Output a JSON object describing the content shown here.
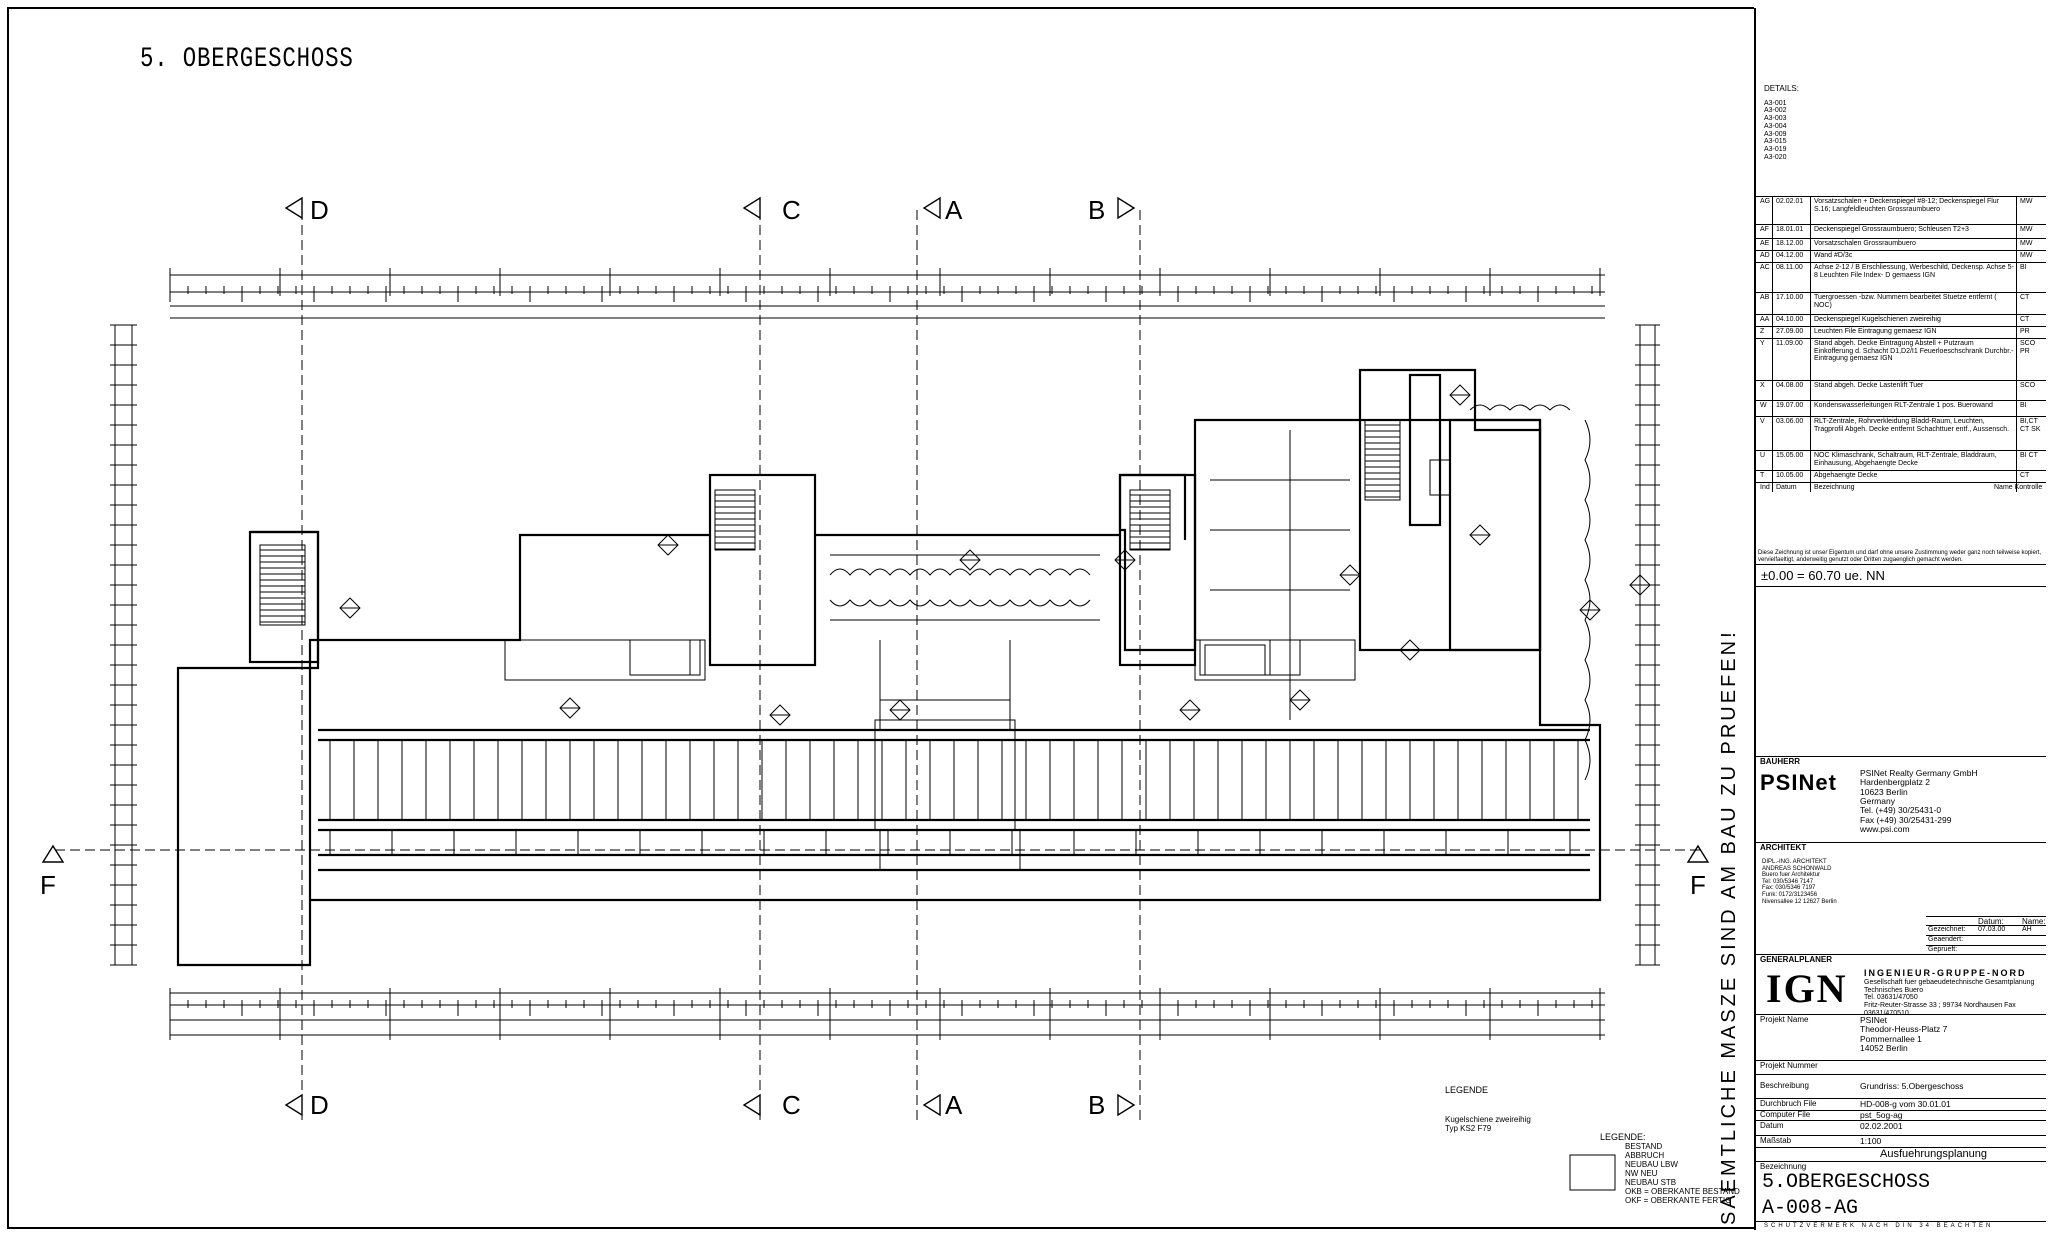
{
  "drawing": {
    "title": "5. OBERGESCHOSS",
    "section_labels": [
      "D",
      "C",
      "A",
      "B",
      "F"
    ],
    "side_note": "SAEMTLICHE MASZE SIND AM BAU ZU PRUEFEN!"
  },
  "legend_left": {
    "heading": "LEGENDE",
    "line1": "Kugelschiene zweireihig",
    "line2": "Typ KS2 F79"
  },
  "legend_right": {
    "heading": "LEGENDE:",
    "items": [
      "BESTAND",
      "ABBRUCH",
      "NEUBAU LBW",
      "NW NEU",
      "NEUBAU STB",
      "OKB = OBERKANTE BESTAND",
      "OKF = OBERKANTE FERTIG"
    ]
  },
  "title_block": {
    "details_label": "DETAILS:",
    "details": [
      "A3-001",
      "A3-002",
      "A3-003",
      "A3-004",
      "A3-009",
      "A3-015",
      "A3-019",
      "A3-020"
    ],
    "revisions": [
      {
        "id": "AG",
        "date": "02.02.01",
        "text": "Vorsatzschalen + Deckenspiegel #8-12; Deckenspiegel Flur S.16; Langfeldleuchten Grossraumbuero",
        "by": "MW"
      },
      {
        "id": "AF",
        "date": "18.01.01",
        "text": "Deckenspiegel Grossraumbuero; Schleusen T2+3",
        "by": "MW"
      },
      {
        "id": "AE",
        "date": "18.12.00",
        "text": "Vorsatzschalen Grossraumbuero",
        "by": "MW"
      },
      {
        "id": "AD",
        "date": "04.12.00",
        "text": "Wand #D/3c",
        "by": "MW"
      },
      {
        "id": "AC",
        "date": "08.11.00",
        "text": "Achse 2-12 / B Erschliessung, Werbeschild, Deckensp. Achse 5-8 Leuchten File Index- D gemaess IGN",
        "by": "BI"
      },
      {
        "id": "AB",
        "date": "17.10.00",
        "text": "Tuergroessen -bzw. Nummern bearbeitet Stuetze entfernt ( NOC)",
        "by": "CT"
      },
      {
        "id": "AA",
        "date": "04.10.00",
        "text": "Deckenspiegel Kugelschienen zweireihig",
        "by": "CT"
      },
      {
        "id": "Z",
        "date": "27.09.00",
        "text": "Leuchten File Eintragung gemaesz IGN",
        "by": "PR"
      },
      {
        "id": "Y",
        "date": "11.09.00",
        "text": "Stand abgeh. Decke Eintragung Abstell + Putzraum Einkofferung d. Schacht D1,D2/I1 Feuerloeschschrank Durchbr.-Eintragung gemaesz IGN",
        "by": "SCO PR"
      },
      {
        "id": "X",
        "date": "04.08.00",
        "text": "Stand abgeh. Decke Lastenlift Tuer",
        "by": "SCO"
      },
      {
        "id": "W",
        "date": "19.07.00",
        "text": "Kondenswasserleitungen RLT-Zentrale 1 pos. Buerowand",
        "by": "BI"
      },
      {
        "id": "V",
        "date": "03.06.00",
        "text": "RLT-Zentrale, Rohrverkleidung Bladd-Raum, Leuchten, Tragprofil Abgeh. Decke entfernt Schachttuer entf., Aussensch.",
        "by": "BI,CT CT SK"
      },
      {
        "id": "U",
        "date": "15.05.00",
        "text": "NOC Klimaschrank, Schaltraum, RLT-Zentrale, Bladdraum, Einhausung, Abgehaengte Decke",
        "by": "BI CT"
      },
      {
        "id": "T",
        "date": "10.05.00",
        "text": "Abgehaengte Decke",
        "by": "CT"
      }
    ],
    "rev_header": {
      "id": "Ind",
      "date": "Datum",
      "text": "Bezeichnung",
      "by": "Name Kontrolle"
    },
    "copyright": "Diese Zeichnung ist unser Eigentum und darf ohne unsere Zustimmung weder ganz noch teilweise kopiert, vervielfaeltigt, anderweitig genutzt oder Dritten zugaenglich gemacht werden.",
    "elevation": "±0.00 = 60.70 ue. NN",
    "bauherr_label": "BAUHERR",
    "bauherr_logo": "PSINet",
    "bauherr_address": [
      "PSINet Realty Germany GmbH",
      "Hardenbergplatz 2",
      "10623 Berlin",
      "Germany",
      "Tel. (+49) 30/25431-0",
      "Fax (+49) 30/25431-299",
      "www.psi.com"
    ],
    "architekt_label": "ARCHITEKT",
    "architekt_lines": [
      "DIPL.-ING. ARCHITEKT",
      "ANDREAS SCHONWALD",
      "Buero fuer Architektur",
      "Tel: 030/5346 7147",
      "Fax: 030/5346 7197",
      "Funk: 0172/3123456",
      "Nivensallee 12   12627 Berlin"
    ],
    "sign_headers": [
      "Datum:",
      "Name:"
    ],
    "sign_rows": [
      {
        "label": "Gezeichnet:",
        "date": "07.03.00",
        "name": "AH"
      },
      {
        "label": "Geaendert:",
        "date": "",
        "name": ""
      },
      {
        "label": "Geprueft:",
        "date": "",
        "name": ""
      }
    ],
    "generalplaner_label": "GENERALPLANER",
    "ign_logo": "IGN",
    "ign_lines": [
      "INGENIEUR-GRUPPE-NORD",
      "Gesellschaft fuer gebaeudetechnische Gesamtplanung",
      "Technisches Buero",
      "Tel. 03631/47050",
      "Fritz-Reuter-Strasse 33 ; 99734 Nordhausen Fax 03631/470510"
    ],
    "projekt_name_label": "Projekt Name",
    "projekt_name": [
      "PSINet",
      "Theodor-Heuss-Platz 7",
      "Pommernallee 1",
      "14052 Berlin"
    ],
    "projekt_nummer_label": "Projekt Nummer",
    "beschreibung_label": "Beschreibung",
    "beschreibung": "Grundriss: 5.Obergeschoss",
    "durchbruch_label": "Durchbruch File",
    "durchbruch": "HD-008-g   vom   30.01.01",
    "computer_label": "Computer File",
    "computer": "pst_5og-ag",
    "datum_label": "Datum",
    "datum": "02.02.2001",
    "massstab_label": "Maßstab",
    "massstab": "1:100",
    "phase": "Ausfuehrungsplanung",
    "bezeichnung_label": "Bezeichnung",
    "bezeichnung": "5.OBERGESCHOSS",
    "plan_number": "A-008-AG",
    "footer": "SCHUTZVERMERK NACH DIN 34 BEACHTEN"
  }
}
